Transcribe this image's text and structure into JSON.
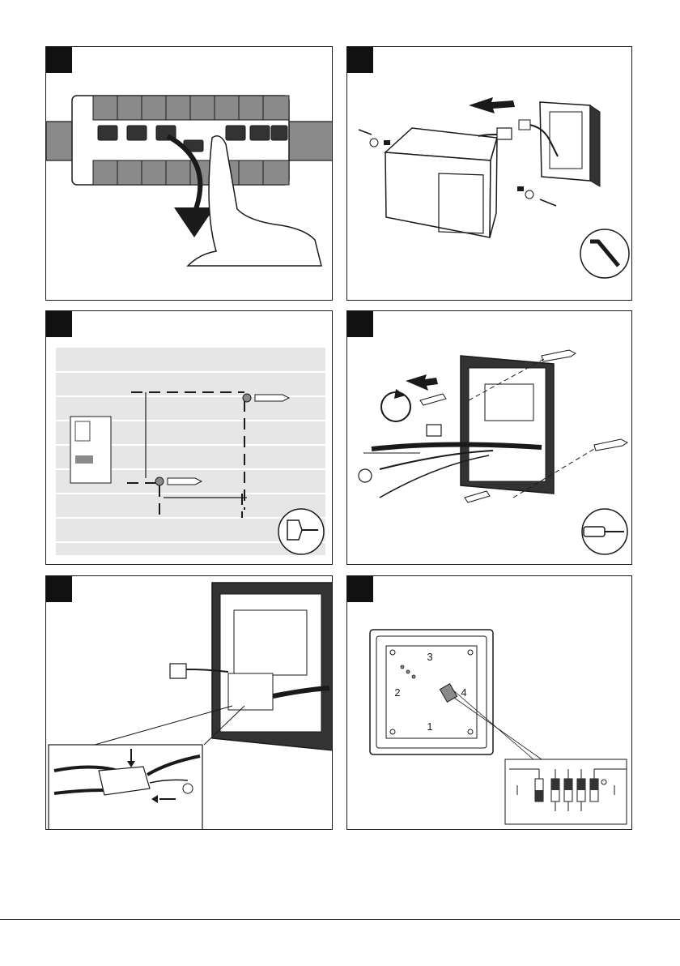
{
  "document": {
    "type": "installation-instructions",
    "footer_text": ""
  },
  "panels": [
    {
      "id": "p1",
      "step_label": "",
      "subject": "circuit-breaker-off"
    },
    {
      "id": "p2",
      "step_label": "",
      "subject": "remove-cover"
    },
    {
      "id": "p3",
      "step_label": "",
      "subject": "drill-wall"
    },
    {
      "id": "p4",
      "step_label": "",
      "subject": "mount-base"
    },
    {
      "id": "p5",
      "step_label": "",
      "subject": "connect-wires"
    },
    {
      "id": "p6",
      "step_label": "",
      "subject": "dip-switch-settings"
    }
  ],
  "base_plate": {
    "orientation_numbers": [
      "3",
      "2",
      "4",
      "1"
    ]
  },
  "colors": {
    "line": "#1a1a1a",
    "dark_fill": "#333333",
    "mid_fill": "#8a8a8a",
    "light_fill": "#bdbdbd",
    "wall": "#e6e6e6",
    "arrow": "#222222"
  }
}
